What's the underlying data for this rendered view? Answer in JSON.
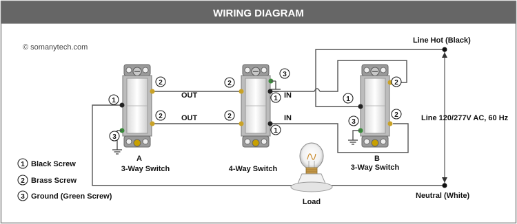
{
  "header": {
    "title": "WIRING DIAGRAM",
    "bg": "#666666",
    "color": "#ffffff"
  },
  "copyright": "© somanytech.com",
  "lines": {
    "hot": "Line Hot (Black)",
    "voltage": "Line 120/277V AC, 60 Hz",
    "neutral": "Neutral (White)"
  },
  "switches": {
    "a_letter": "A",
    "a_name": "3-Way Switch",
    "mid_name": "4-Way Switch",
    "b_letter": "B",
    "b_name": "3-Way Switch"
  },
  "terminals": {
    "out": "OUT",
    "in": "IN",
    "n1": "1",
    "n2": "2",
    "n3": "3"
  },
  "load_label": "Load",
  "legend": {
    "black": "Black Screw",
    "brass": "Brass Screw",
    "ground": "Ground (Green Screw)"
  },
  "icons": [
    "switch-icon",
    "bulb-icon",
    "ground-icon",
    "screw-icon"
  ]
}
